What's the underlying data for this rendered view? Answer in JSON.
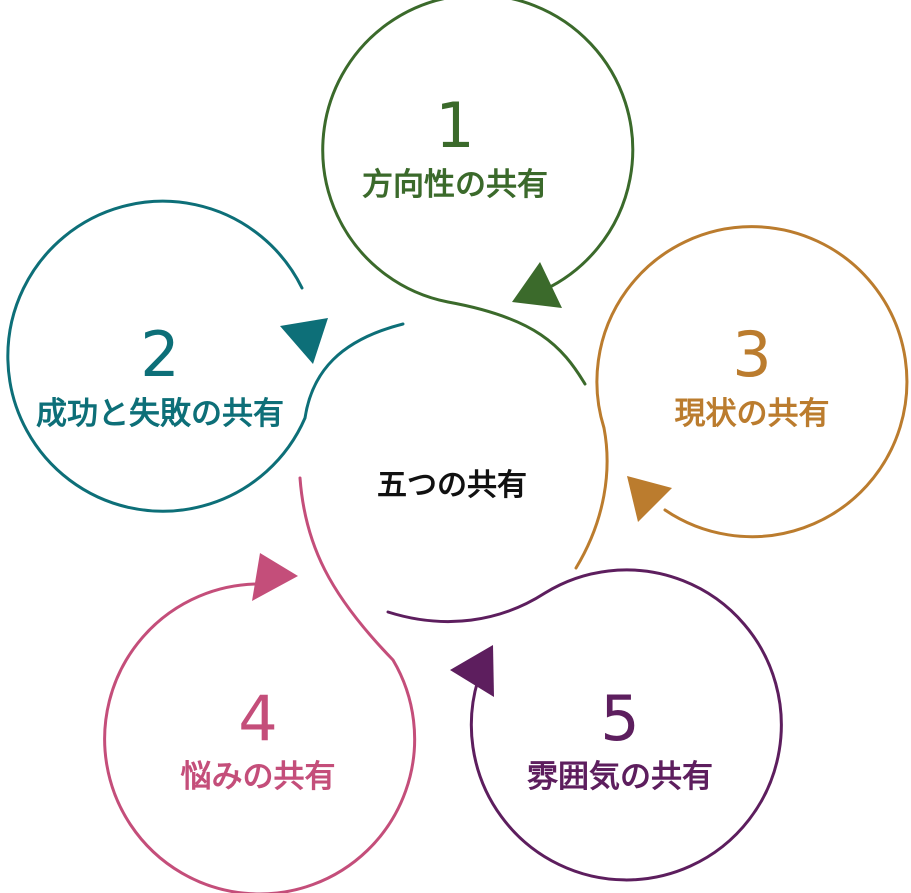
{
  "center": {
    "label": "五つの共有"
  },
  "items": [
    {
      "number": "1",
      "label": "方向性の共有",
      "color": "#3b6a2b"
    },
    {
      "number": "2",
      "label": "成功と失敗の共有",
      "color": "#0d6f78"
    },
    {
      "number": "3",
      "label": "現状の共有",
      "color": "#bb7c2e"
    },
    {
      "number": "4",
      "label": "悩みの共有",
      "color": "#c44e7a"
    },
    {
      "number": "5",
      "label": "雰囲気の共有",
      "color": "#5d1e5e"
    }
  ]
}
